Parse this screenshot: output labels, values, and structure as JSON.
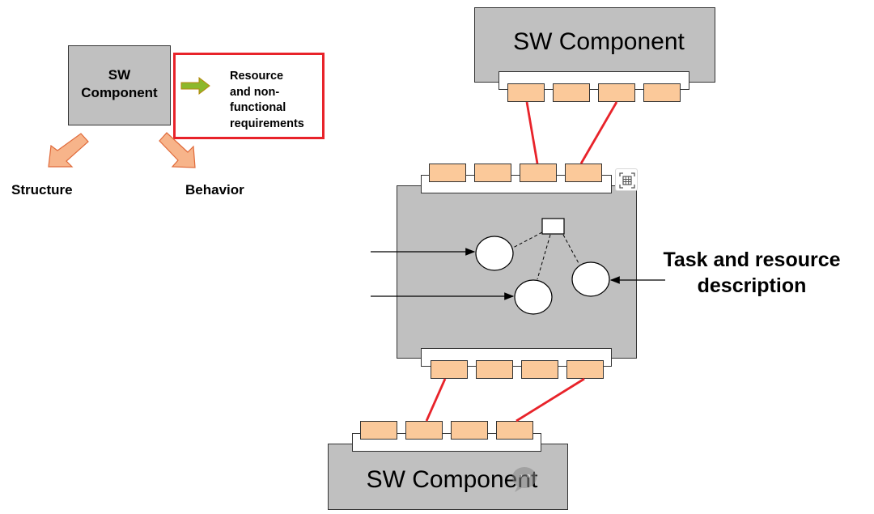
{
  "left_diagram": {
    "component_label": "SW\nComponent",
    "requirements_label": "Resource\nand non-\nfunctional\nrequirements",
    "structure_label": "Structure",
    "behavior_label": "Behavior"
  },
  "right_diagram": {
    "top_component_label": "SW Component",
    "bottom_component_label": "SW Component",
    "task_resource_label": "Task and resource\ndescription"
  },
  "icons": {
    "scan_icon": "scan-grid-icon",
    "watermark_icon": "chat-bubble-icon"
  },
  "colors": {
    "component_fill": "#c0c0c0",
    "port_fill": "#fbc99a",
    "connector": "#e8232a",
    "highlight_border": "#e8232a",
    "orange_arrow": "#f7b48a",
    "green_arrow": "#8cb82c"
  }
}
